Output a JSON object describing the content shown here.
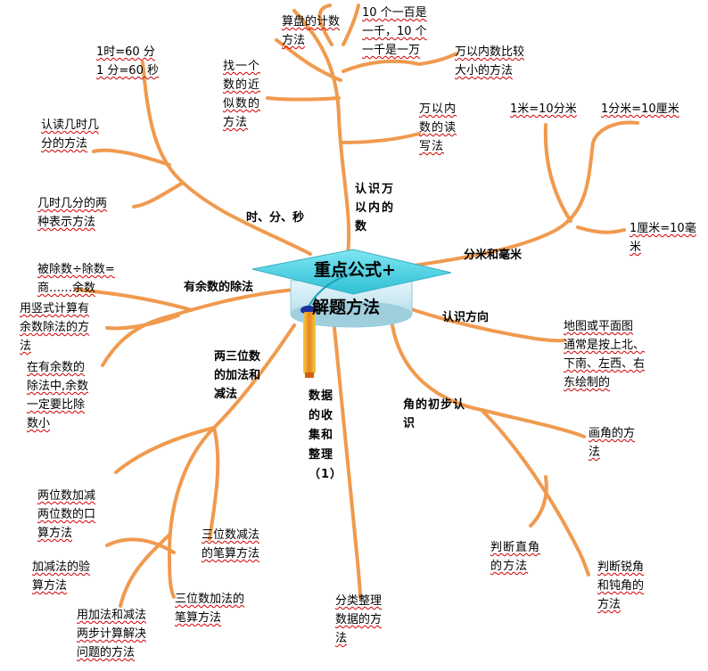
{
  "center": {
    "line1": "重点公式+",
    "line2": "解题方法"
  },
  "branches": {
    "wan": "认识万\n以内的\n数",
    "shifen": "时、分、秒",
    "fenmi": "分米和毫米",
    "yushu": "有余数的除法",
    "fangxiang": "认识方向",
    "sanwei": "两三位数\n的加法和\n减法",
    "shuju": "数据\n的收\n集和\n整理\n（1）",
    "jiao": "角的初步认\n识"
  },
  "leaves": {
    "suanpan": "算盘的计数\n方法",
    "shige": "10 个一百是\n一千，10 个\n一千是一万",
    "bijiao": "万以内数比较\n大小的方法",
    "jinsi": "找一个\n数的近\n似数的\n方法",
    "dufa": "万以内\n数的读\n写法",
    "shifen_conv": "1时=60 分\n1 分=60 秒",
    "dushi": "认读几时几\n分的方法",
    "biaoshi": "几时几分的两\n种表示方法",
    "mi": "1米=10分米",
    "fenmi_conv": "1分米=10厘米",
    "limi": "1厘米=10毫\n米",
    "chufa": "被除数÷除数=\n商……余数",
    "shushi": "用竖式计算有\n余数除法的方\n法",
    "yushu_rule": "在有余数的\n除法中,余数\n一定要比除\n数小",
    "ditu": "地图或平面图\n通常是按上北、\n下南、左西、右\n东绘制的",
    "huajiao": "画角的方\n法",
    "zhijiao": "判断直角\n的方法",
    "ruijiao": "判断锐角\n和钝角的\n方法",
    "liangwei": "两位数加减\n两位数的口\n算方法",
    "yansuan": "加减法的验\n算方法",
    "liangbu": "用加法和减法\n两步计算解决\n问题的方法",
    "jianfa": "三位数减法\n的笔算方法",
    "jiafa": "三位数加法的\n笔算方法",
    "fenlei": "分类整理\n数据的方\n法"
  },
  "colors": {
    "branch_line": "#f09a4e",
    "cap_top": "#4fd0e0",
    "cap_body": "#bfe4ee",
    "tassel": "#f0a020",
    "leaf_underline": "#d00000"
  },
  "icons": {
    "center": "graduation-cap-icon"
  }
}
